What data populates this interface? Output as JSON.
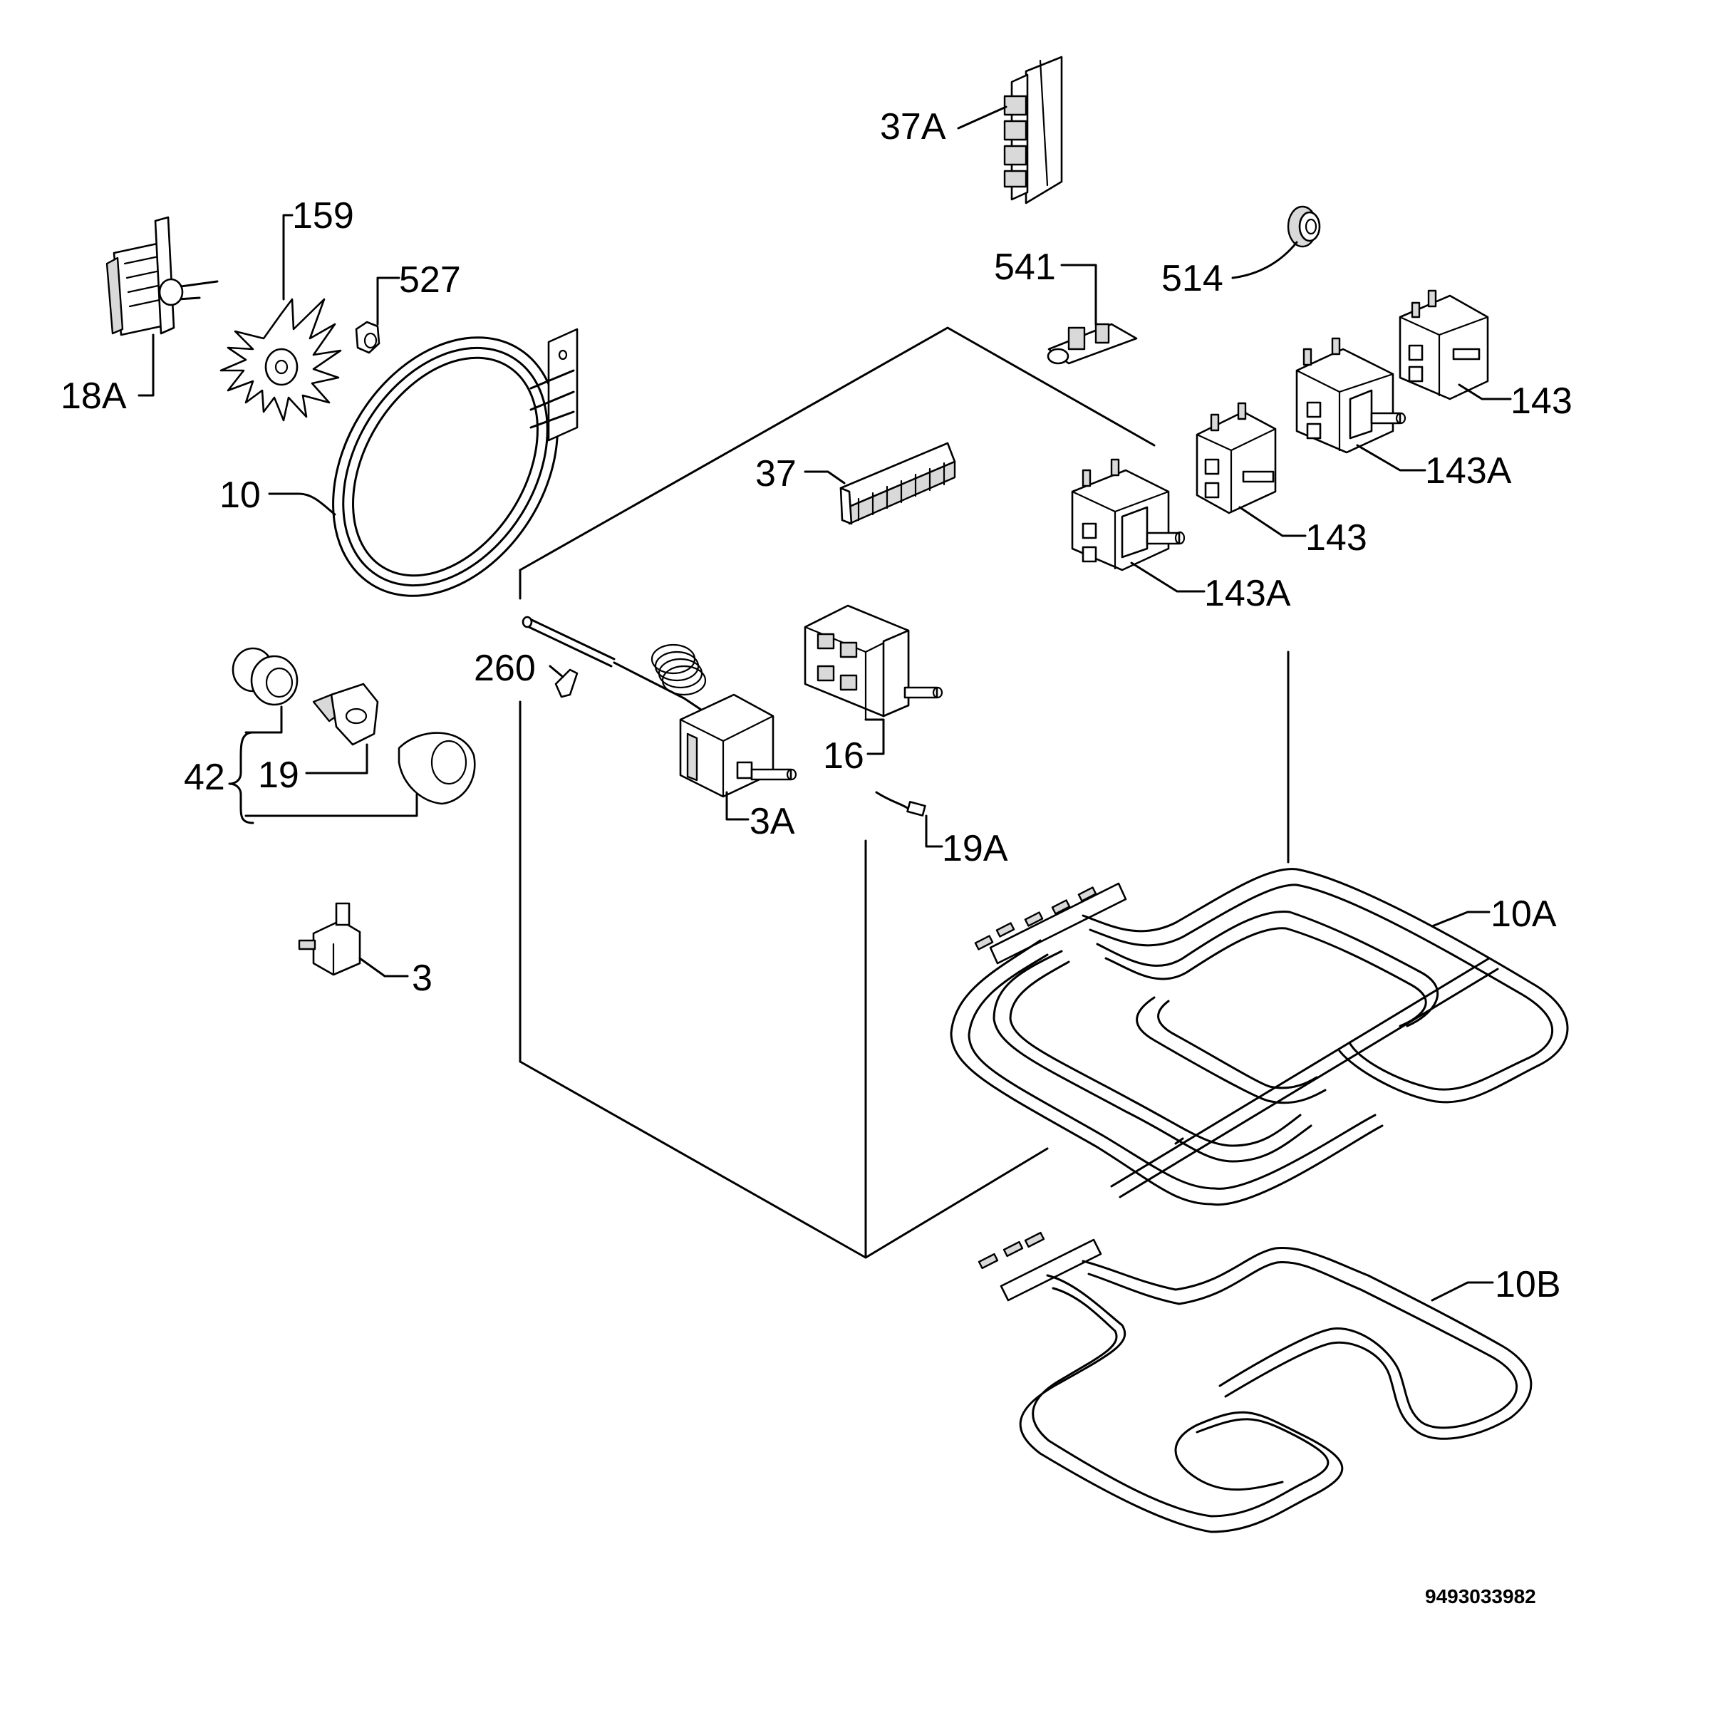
{
  "labels": {
    "l37A": "37A",
    "l159": "159",
    "l527": "527",
    "l541": "541",
    "l514": "514",
    "l18A": "18A",
    "l143_top": "143",
    "l143A_top": "143A",
    "l37": "37",
    "l10": "10",
    "l143_mid": "143",
    "l143A_mid": "143A",
    "l260": "260",
    "l42": "42",
    "l19": "19",
    "l16": "16",
    "l3A": "3A",
    "l19A": "19A",
    "l10A": "10A",
    "l3": "3",
    "l10B": "10B"
  },
  "document_number": "9493033982"
}
